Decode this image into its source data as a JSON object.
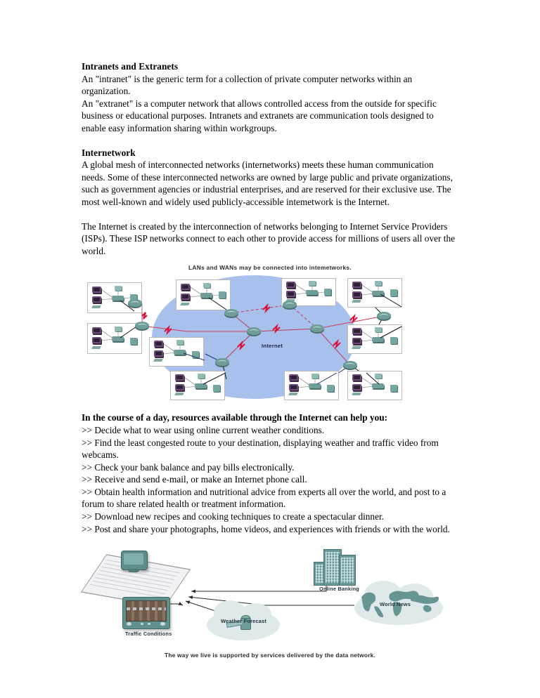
{
  "document": {
    "sections": [
      {
        "heading": "Intranets and Extranets",
        "paragraphs": [
          "An \"intranet\" is the generic term for a collection of private computer networks within an organization.",
          "An \"extranet\" is a computer network that allows controlled access from the outside for specific business or educational purposes. Intranets and extranets are communication tools designed to enable easy information sharing within workgroups."
        ]
      },
      {
        "heading": "Internetwork",
        "paragraphs": [
          "A global mesh of interconnected networks (internetworks) meets these human communication needs. Some of these interconnected networks are owned by large public and private organizations, such as government agencies or industrial enterprises, and are reserved for their exclusive use. The most well-known and widely used publicly-accessible intemetwork is the Internet.",
          "The Internet is created by the interconnection of networks belonging to Internet Service Providers (ISPs). These ISP networks connect to each other to provide access for millions of users all over the world."
        ]
      }
    ],
    "figure1": {
      "caption": "LANs and WANs may be connected into intemetworks.",
      "cloud_label": "Internet"
    },
    "list_section": {
      "lead": "In the course of a day, resources available through the Internet can help you:",
      "bullet_marker": ">>",
      "items": [
        "Decide what to wear using online current weather conditions.",
        "Find the least congested route to your destination, displaying weather and traffic video from webcams.",
        "Check your bank balance and pay bills electronically.",
        "Receive and send e-mail, or make an Internet phone call.",
        "Obtain health information and nutritional advice from experts all over the world, and post to a forum to share related health or treatment information.",
        "Download new recipes and cooking techniques to create a spectacular dinner.",
        "Post and share your photographs, home videos, and experiences with friends or with the world."
      ]
    },
    "figure2": {
      "caption": "The way we live is supported by services delivered by the data network.",
      "labels": {
        "banking": "Online Banking",
        "news": "World News",
        "weather": "Weather Forecast",
        "traffic": "Traffic Conditions"
      }
    }
  },
  "colors": {
    "internet_cloud": "#a8c0ec",
    "device_teal": "#6f9e9a",
    "pc_purple": "#6b4a78",
    "link_red": "#d43a52",
    "service_cloud": "#dfe9ea",
    "text": "#000000"
  }
}
